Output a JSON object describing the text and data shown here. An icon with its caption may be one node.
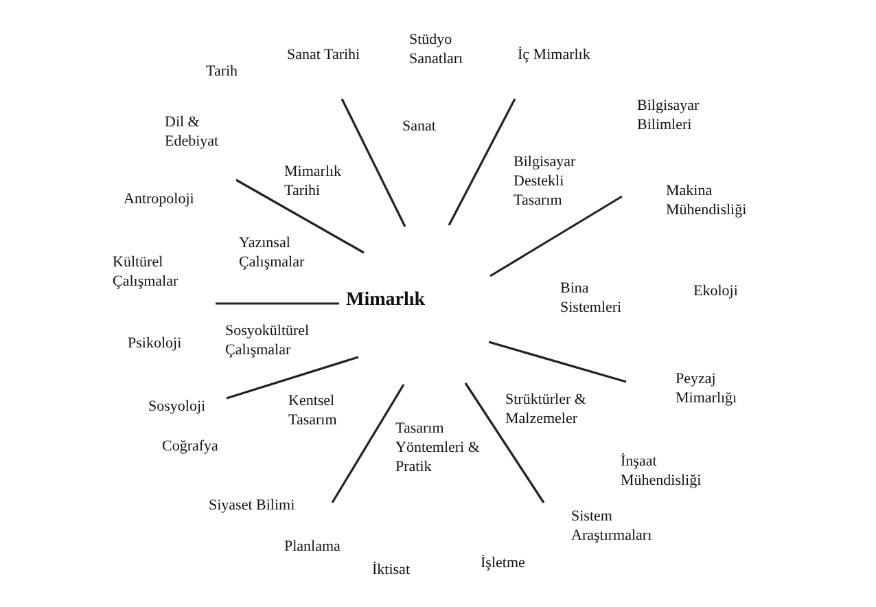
{
  "diagram": {
    "labels": [
      "Stüdyo Sanatları",
      "Sanat Tarihi",
      "İç Mimarlık",
      "Tarih",
      "Bilgisayar Bilimleri",
      "Dil & Edebiyat",
      "Sanat",
      "Bilgisayar Destekli Tasarım",
      "Mimarlık Tarihi",
      "Antropoloji",
      "Makina Mühendisliği",
      "Yazınsal Çalışmalar",
      "Kültürel Çalışmalar",
      "Mimarlık",
      "Bina Sistemleri",
      "Ekoloji",
      "Psikoloji",
      "Sosyokültürel Çalışmalar",
      "Sosyoloji",
      "Kentsel Tasarım",
      "Strüktürler & Malzemeler",
      "Peyzaj Mimarlığı",
      "Tasarım Yöntemleri & Pratik",
      "Coğrafya",
      "İnşaat Mühendisliği",
      "Siyaset Bilimi",
      "Sistem Araştırmaları",
      "Planlama",
      "İşletme",
      "İktisat"
    ]
  }
}
